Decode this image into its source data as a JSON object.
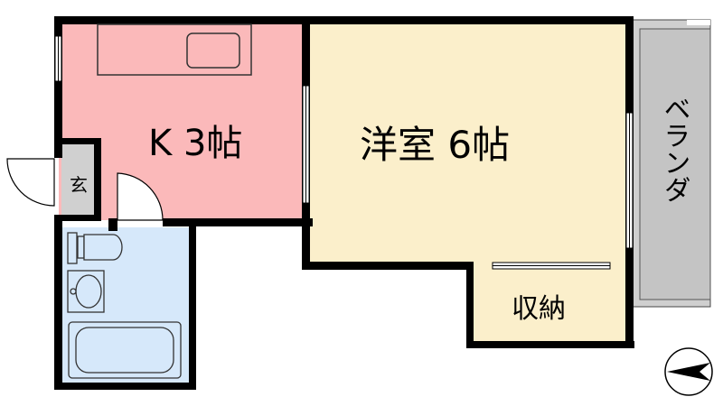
{
  "rooms": {
    "kitchen": {
      "label": "K 3帖",
      "color": "#fbb9ba"
    },
    "western_room": {
      "label": "洋室 6帖",
      "color": "#fbefcb"
    },
    "storage": {
      "label": "収納",
      "color": "#fbefcb"
    },
    "entrance": {
      "label": "玄",
      "color": "#d0d0d0"
    },
    "balcony": {
      "label": "ベランダ",
      "color": "#cfcfcf"
    },
    "bathroom": {
      "color": "#d6e8fa"
    }
  },
  "colors": {
    "wall": "#000000",
    "fixture_line": "#333333"
  },
  "compass": {
    "icon": "north-arrow-icon",
    "direction": "west"
  }
}
